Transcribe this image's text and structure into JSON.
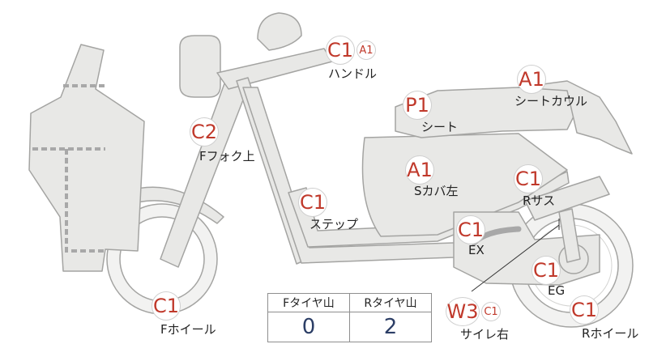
{
  "markers": [
    {
      "id": "handle",
      "grade": "C1",
      "sub": "A1",
      "label": "ハンドル"
    },
    {
      "id": "seat",
      "grade": "P1",
      "sub": "",
      "label": "シート"
    },
    {
      "id": "seat-cowl",
      "grade": "A1",
      "sub": "",
      "label": "シートカウル"
    },
    {
      "id": "f-fork",
      "grade": "C2",
      "sub": "",
      "label": "Fフォク上"
    },
    {
      "id": "s-cover",
      "grade": "A1",
      "sub": "",
      "label": "Sカバ左"
    },
    {
      "id": "r-sus",
      "grade": "C1",
      "sub": "",
      "label": "Rサス"
    },
    {
      "id": "step",
      "grade": "C1",
      "sub": "",
      "label": "ステップ"
    },
    {
      "id": "ex",
      "grade": "C1",
      "sub": "",
      "label": "EX"
    },
    {
      "id": "eg",
      "grade": "C1",
      "sub": "",
      "label": "EG"
    },
    {
      "id": "f-wheel",
      "grade": "C1",
      "sub": "",
      "label": "Fホイール"
    },
    {
      "id": "muffler",
      "grade": "W3",
      "sub": "C1",
      "label": "サイレ右"
    },
    {
      "id": "r-wheel",
      "grade": "C1",
      "sub": "",
      "label": "Rホイール"
    }
  ],
  "tire_tread": {
    "front_label": "Fタイヤ山",
    "rear_label": "Rタイヤ山",
    "front_value": "0",
    "rear_value": "2"
  },
  "colors": {
    "grade_text": "#c0392b",
    "value_text": "#2c3e66",
    "part_fill": "#e8e8e6",
    "part_stroke": "#a4a4a2"
  }
}
